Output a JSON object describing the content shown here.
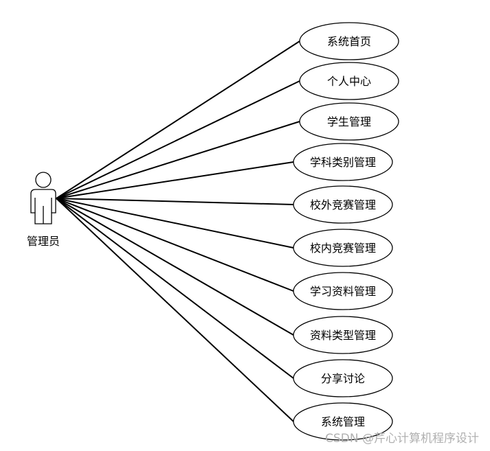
{
  "actor": {
    "label": "管理员"
  },
  "use_cases": [
    {
      "label": "系统首页"
    },
    {
      "label": "个人中心"
    },
    {
      "label": "学生管理"
    },
    {
      "label": "学科类别管理"
    },
    {
      "label": "校外竞赛管理"
    },
    {
      "label": "校内竞赛管理"
    },
    {
      "label": "学习资料管理"
    },
    {
      "label": "资料类型管理"
    },
    {
      "label": "分享讨论"
    },
    {
      "label": "系统管理"
    }
  ],
  "watermark": "CSDN @芹心计算机程序设计",
  "colors": {
    "stroke": "#000000",
    "fill": "#ffffff",
    "watermark": "#b0b0b0"
  }
}
